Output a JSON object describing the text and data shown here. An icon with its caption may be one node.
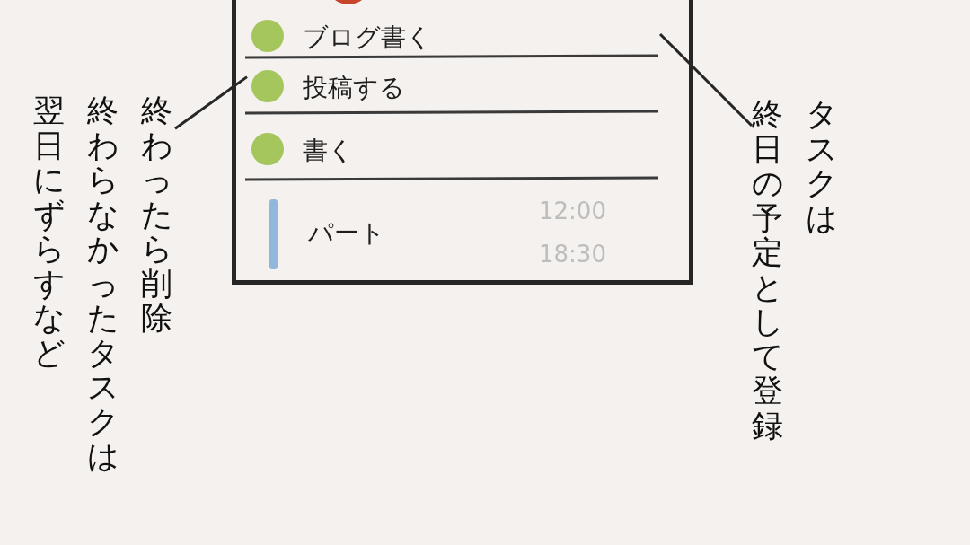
{
  "diagram": {
    "nodes": [
      {
        "text": [],
        "shape": "box"
      },
      {
        "text": [
          "ブログ書く"
        ],
        "in": 0
      },
      {
        "text": [
          "投稿する"
        ],
        "in": 0
      },
      {
        "text": [
          "書く"
        ],
        "in": 0
      },
      {
        "text": [
          "パート"
        ],
        "beside": [
          "12:00",
          "18:30"
        ],
        "in": 0
      },
      {
        "text": [
          "タスクは"
        ]
      },
      {
        "text": [
          "終日の予定として登録"
        ]
      },
      {
        "text": [
          "終わったら削除"
        ]
      },
      {
        "text": [
          "終わらなかったタスクは"
        ]
      },
      {
        "text": [
          "翌日にずらすなど"
        ]
      }
    ],
    "edges": [
      {
        "from": 6,
        "to": 0,
        "arrow": "none"
      },
      {
        "from": 7,
        "to": 2,
        "arrow": "none"
      }
    ]
  }
}
